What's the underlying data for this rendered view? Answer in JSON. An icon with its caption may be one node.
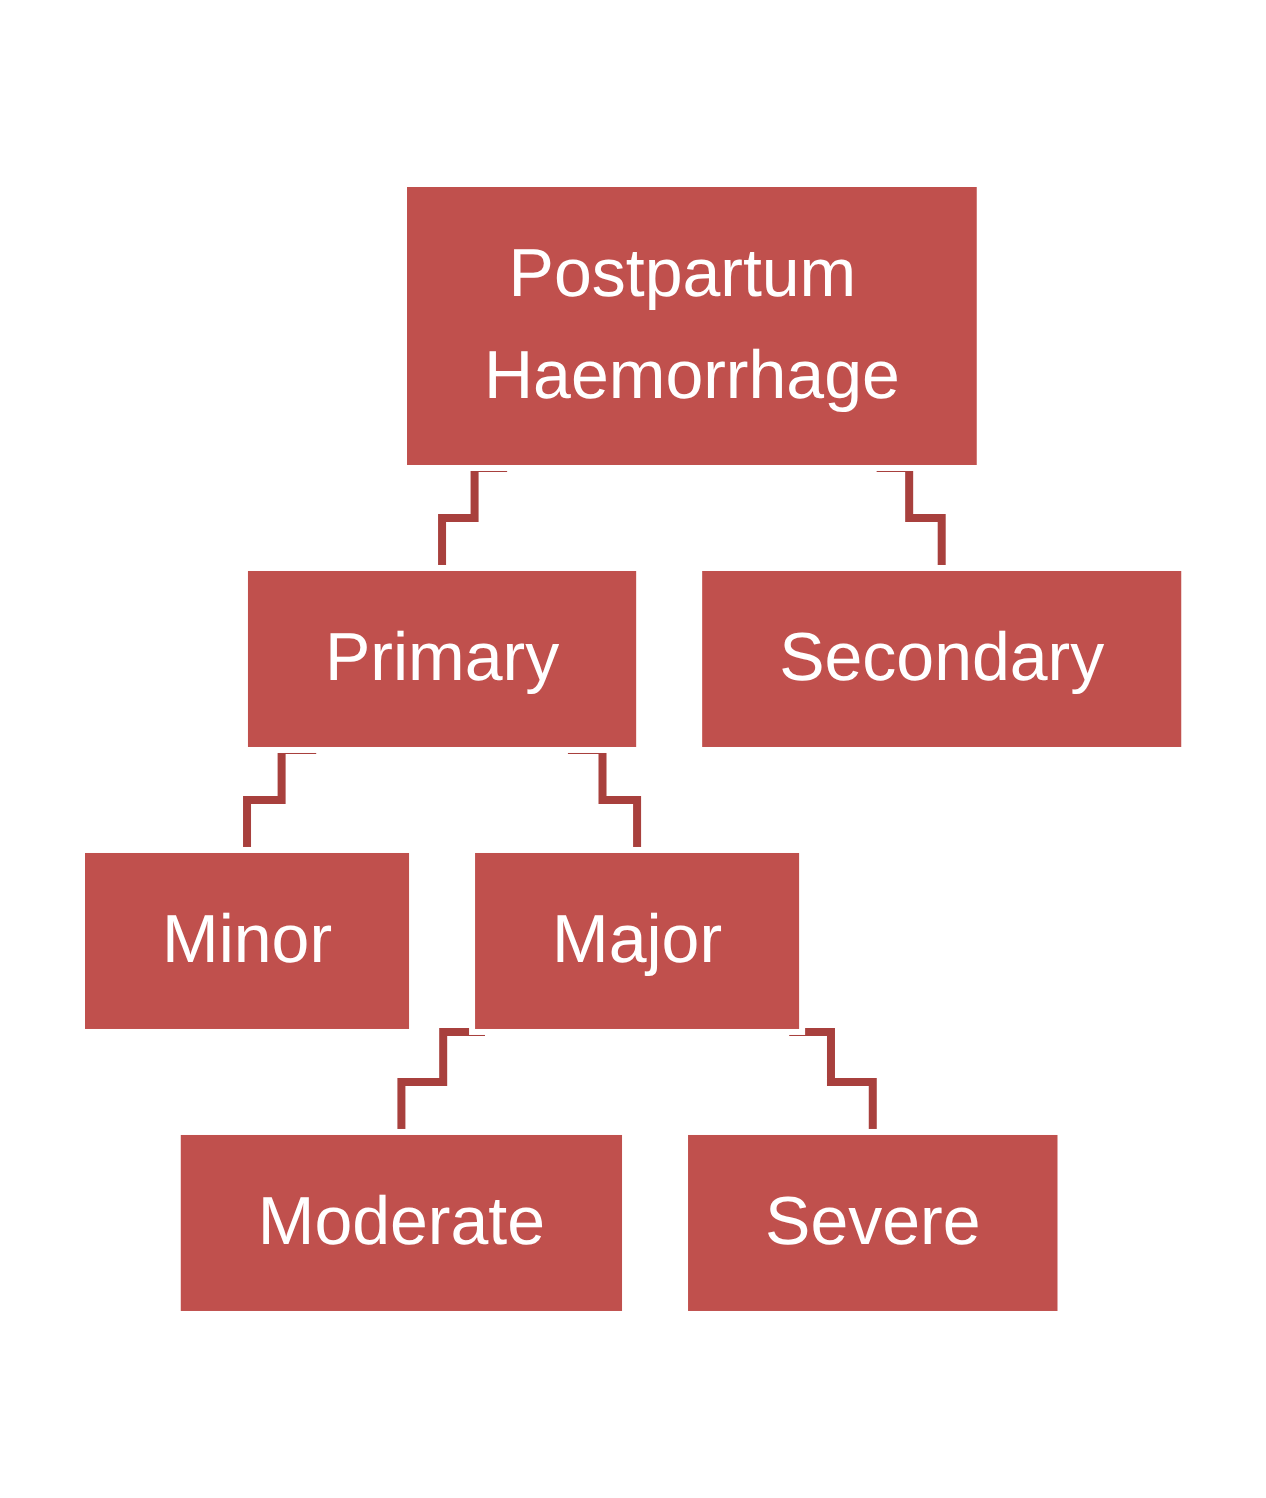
{
  "diagram": {
    "nodes": [
      {
        "text": [
          "Postpartum Haemorrhage"
        ]
      },
      {
        "text": [
          "Primary"
        ]
      },
      {
        "text": [
          "Secondary"
        ]
      },
      {
        "text": [
          "Minor"
        ]
      },
      {
        "text": [
          "Major"
        ]
      },
      {
        "text": [
          "Moderate"
        ]
      },
      {
        "text": [
          "Severe"
        ]
      }
    ],
    "edges": [
      {
        "from": 0,
        "to": 1,
        "arrow": "none"
      },
      {
        "from": 0,
        "to": 2,
        "arrow": "none"
      },
      {
        "from": 1,
        "to": 3,
        "arrow": "none"
      },
      {
        "from": 1,
        "to": 4,
        "arrow": "none"
      },
      {
        "from": 4,
        "to": 5,
        "arrow": "none"
      },
      {
        "from": 4,
        "to": 6,
        "arrow": "none"
      }
    ]
  }
}
